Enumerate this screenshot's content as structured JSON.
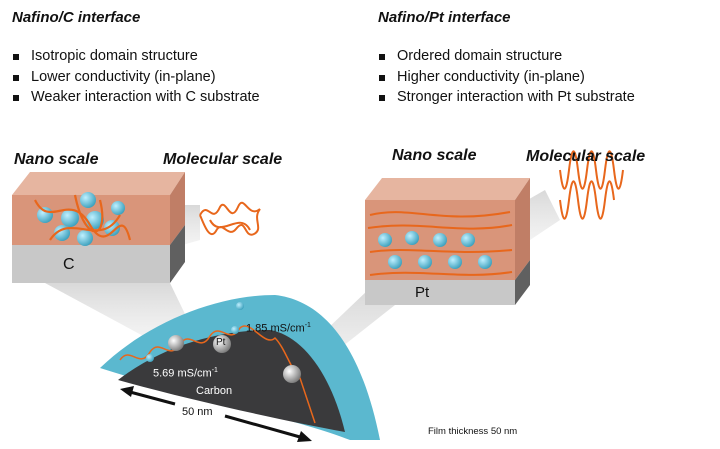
{
  "left": {
    "title": "Nafino/C interface",
    "bullets": [
      "Isotropic domain structure",
      "Lower conductivity (in-plane)",
      "Weaker interaction with C substrate"
    ],
    "nano_label": "Nano scale",
    "molecular_label": "Molecular scale",
    "substrate": "C"
  },
  "right": {
    "title": "Nafino/Pt interface",
    "bullets": [
      "Ordered domain structure",
      "Higher conductivity (in-plane)",
      "Stronger interaction with Pt substrate"
    ],
    "nano_label": "Nano scale",
    "molecular_label": "Molecular scale",
    "substrate": "Pt"
  },
  "particle": {
    "pt_label": "Pt",
    "conductivity_pt": "1.85 mS/cm",
    "conductivity_c": "5.69 mS/cm",
    "exponent": "-1",
    "carbon_label": "Carbon",
    "scale_bar": "50 nm"
  },
  "film_thickness": "Film thickness 50 nm",
  "colors": {
    "ionomer": "#5bb8cf",
    "polymer": "#e8671c",
    "matrix": "#d9957a",
    "substrate": "#b8b8b8",
    "carbon": "#3a3a3c"
  }
}
